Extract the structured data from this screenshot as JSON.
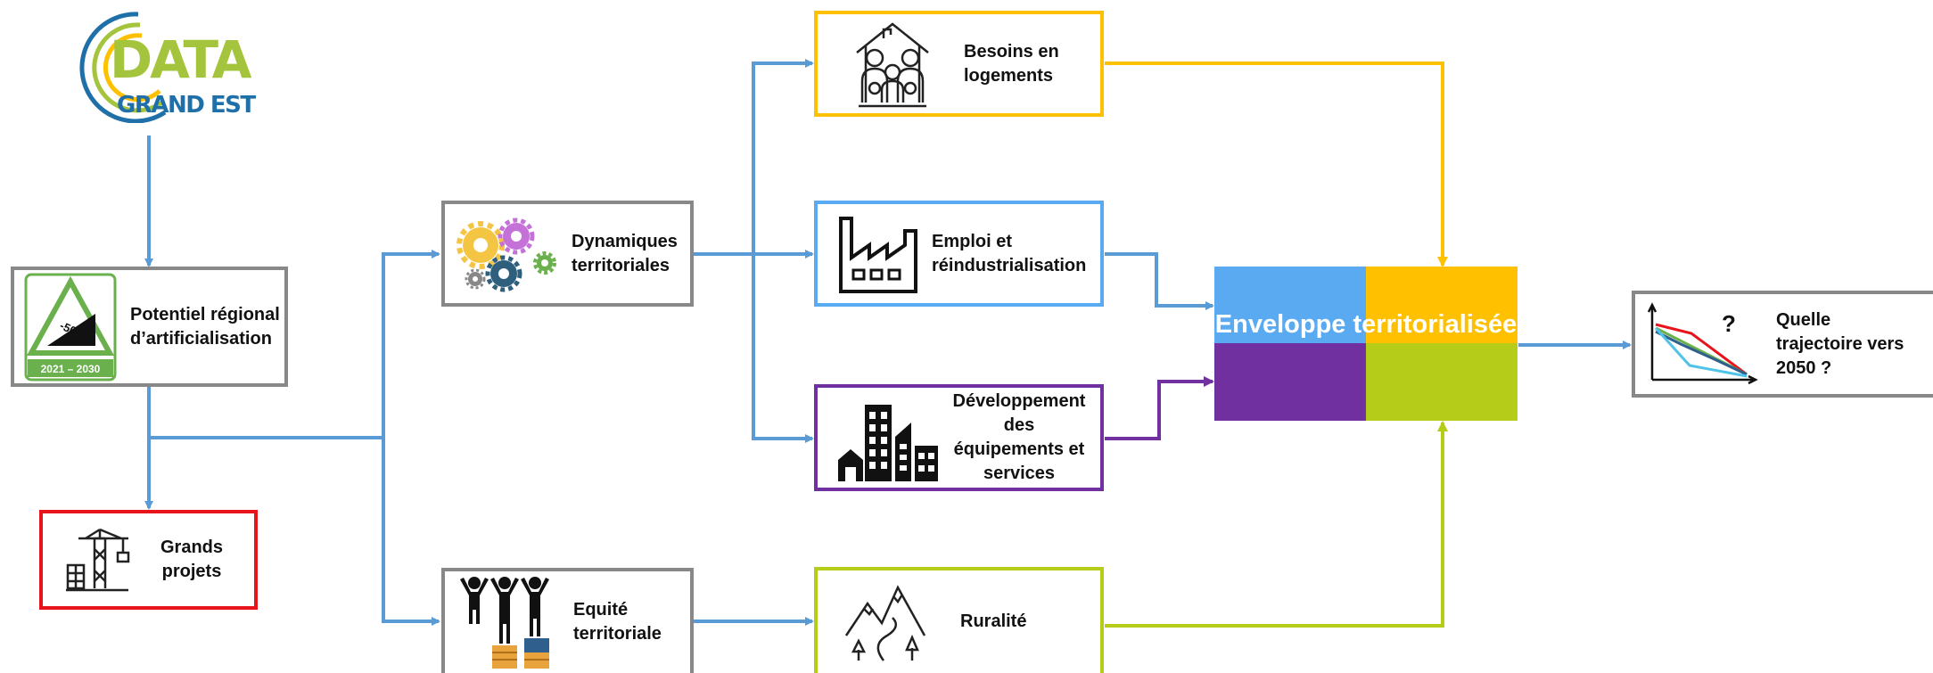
{
  "logo": {
    "line1": "DATA",
    "line2": "GRAND EST"
  },
  "nodes": {
    "potentiel": {
      "label": "Potentiel régional d’artificialisation",
      "icon_percent": "-50%",
      "icon_years": "2021 – 2030"
    },
    "grands_projets": {
      "label": "Grands projets"
    },
    "dynamiques": {
      "label": "Dynamiques territoriales"
    },
    "equite": {
      "label": "Equité territoriale"
    },
    "besoins": {
      "label": "Besoins en logements"
    },
    "emploi": {
      "label": "Emploi et réindustrialisation"
    },
    "developpement": {
      "label": "Développement des équipements et services"
    },
    "ruralite": {
      "label": "Ruralité"
    },
    "trajectoire": {
      "label": "Quelle trajectoire vers 2050 ?",
      "icon_mark": "?"
    }
  },
  "envelope": {
    "label": "Enveloppe territorialisée"
  },
  "colors": {
    "blue": "#5b9bd5",
    "yellow": "#ffc000",
    "purple": "#7030a0",
    "green": "#b5cc18",
    "red": "#e8141b",
    "grey": "#888888",
    "envelope_blue": "#5aaaf2",
    "envelope_yellow": "#ffc000",
    "envelope_purple": "#7030a0",
    "envelope_green": "#b5cc18"
  }
}
